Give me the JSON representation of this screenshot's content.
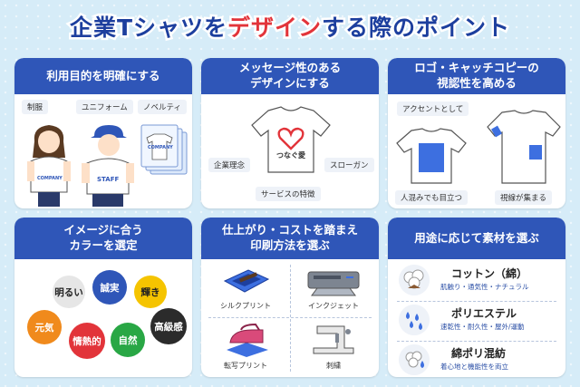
{
  "title": {
    "part1": "企業Tシャツを",
    "part2": "デザイン",
    "part3": "する際のポイント"
  },
  "cards": {
    "purpose": {
      "heading": "利用目的を明確にする",
      "tags": [
        "制服",
        "ユニフォーム",
        "ノベルティ"
      ],
      "shirt_text": "COMPANY",
      "staff_text": "STAFF",
      "package_text": "COMPANY"
    },
    "message": {
      "heading_line1": "メッセージ性のある",
      "heading_line2": "デザインにする",
      "logo_text": "つなぐ愛",
      "labels": [
        "企業理念",
        "スローガン",
        "サービスの特徴"
      ]
    },
    "logo": {
      "heading_line1": "ロゴ・キャッチコピーの",
      "heading_line2": "視認性を高める",
      "labels": [
        "アクセントとして",
        "人混みでも目立つ",
        "視線が集まる"
      ]
    },
    "color": {
      "heading_line1": "イメージに合う",
      "heading_line2": "カラーを選定",
      "colors": [
        {
          "label": "明るい",
          "bg": "#e6e6e6",
          "fg": "#222"
        },
        {
          "label": "誠実",
          "bg": "#2f56b8",
          "fg": "#fff"
        },
        {
          "label": "輝き",
          "bg": "#f5c400",
          "fg": "#222"
        },
        {
          "label": "元気",
          "bg": "#f08a1c",
          "fg": "#fff"
        },
        {
          "label": "情熱的",
          "bg": "#e2343a",
          "fg": "#fff"
        },
        {
          "label": "自然",
          "bg": "#29a745",
          "fg": "#fff"
        },
        {
          "label": "高級感",
          "bg": "#2b2b2b",
          "fg": "#fff"
        }
      ]
    },
    "print": {
      "heading_line1": "仕上がり・コストを踏まえ",
      "heading_line2": "印刷方法を選ぶ",
      "methods": [
        "シルクプリント",
        "インクジェット",
        "転写プリント",
        "刺繍"
      ]
    },
    "material": {
      "heading": "用途に応じて素材を選ぶ",
      "items": [
        {
          "name": "コットン（綿）",
          "desc": "肌触り・通気性・ナチュラル"
        },
        {
          "name": "ポリエステル",
          "desc": "速乾性・耐久性・屋外/運動"
        },
        {
          "name": "綿ポリ混紡",
          "desc": "着心地と機能性を両立"
        }
      ]
    }
  },
  "colors": {
    "navy": "#2f56b8",
    "title_blue": "#1d3f9e",
    "title_red": "#e2343a",
    "bg": "#d6ecf8"
  }
}
